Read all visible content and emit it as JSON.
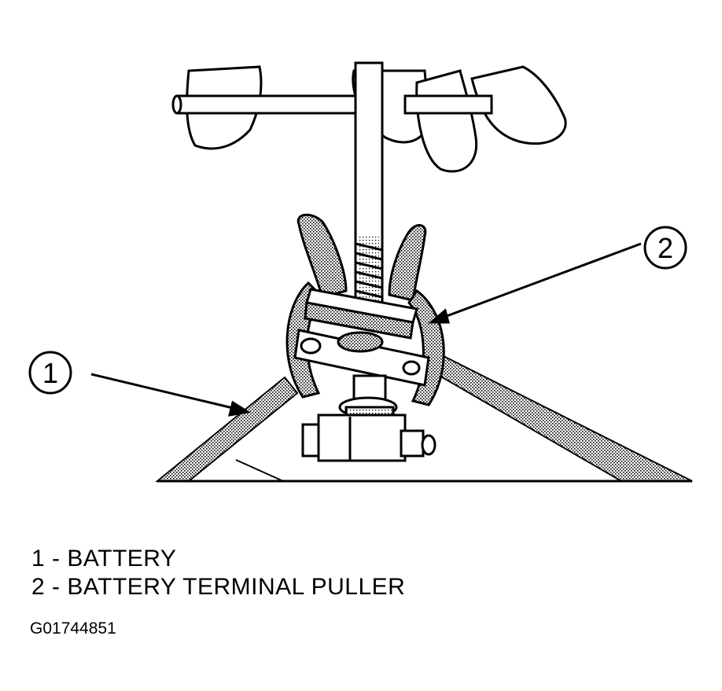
{
  "callouts": [
    {
      "number": "1",
      "label": "BATTERY"
    },
    {
      "number": "2",
      "label": "BATTERY TERMINAL PULLER"
    }
  ],
  "legend": [
    "1 - BATTERY",
    "2 - BATTERY TERMINAL PULLER"
  ],
  "figure_code": "G01744851"
}
